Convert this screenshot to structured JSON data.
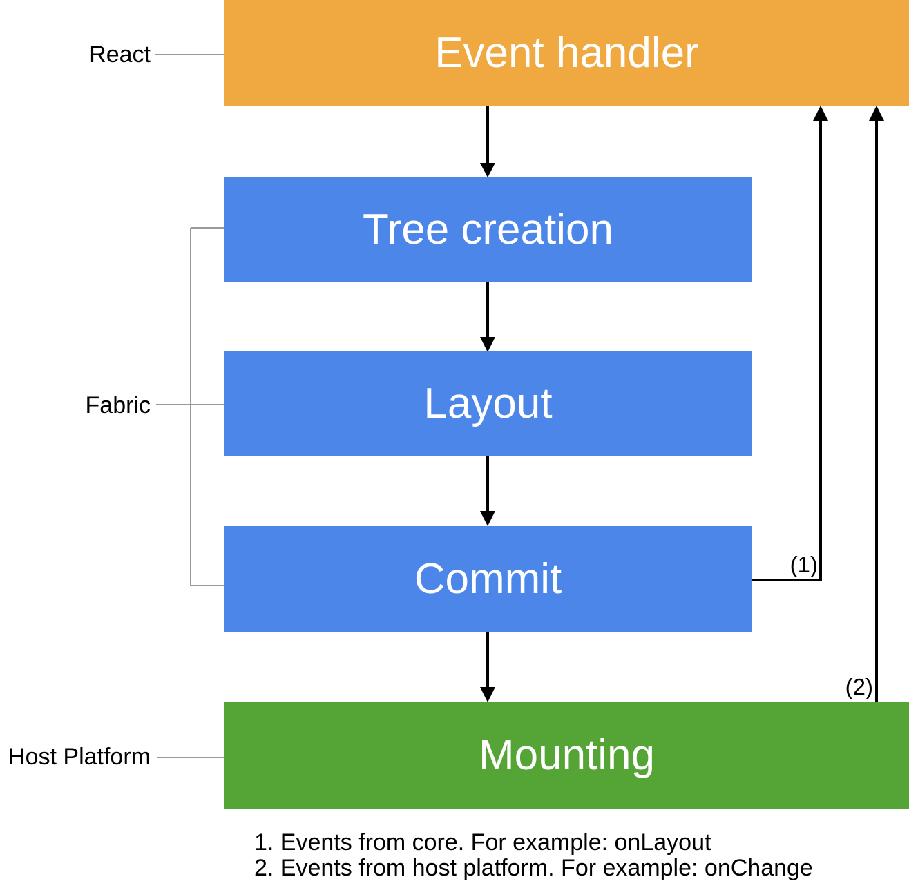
{
  "diagram": {
    "boxes": {
      "event_handler": {
        "label": "Event handler",
        "color": "#F0A940"
      },
      "tree_creation": {
        "label": "Tree creation",
        "color": "#4C86E8"
      },
      "layout": {
        "label": "Layout",
        "color": "#4C86E8"
      },
      "commit": {
        "label": "Commit",
        "color": "#4C86E8"
      },
      "mounting": {
        "label": "Mounting",
        "color": "#55A436"
      }
    },
    "side_labels": {
      "react": "React",
      "fabric": "Fabric",
      "host_platform": "Host Platform"
    },
    "arrow_labels": {
      "one": "(1)",
      "two": "(2)"
    },
    "notes": [
      "1. Events from core. For example: onLayout",
      "2. Events from host platform. For example: onChange"
    ],
    "colors": {
      "event_handler_orange": "#F0A940",
      "fabric_blue": "#4C86E8",
      "mounting_green": "#55A436",
      "connector_gray": "#999999",
      "arrow_black": "#000000",
      "box_text_white": "#FFFFFF"
    }
  }
}
